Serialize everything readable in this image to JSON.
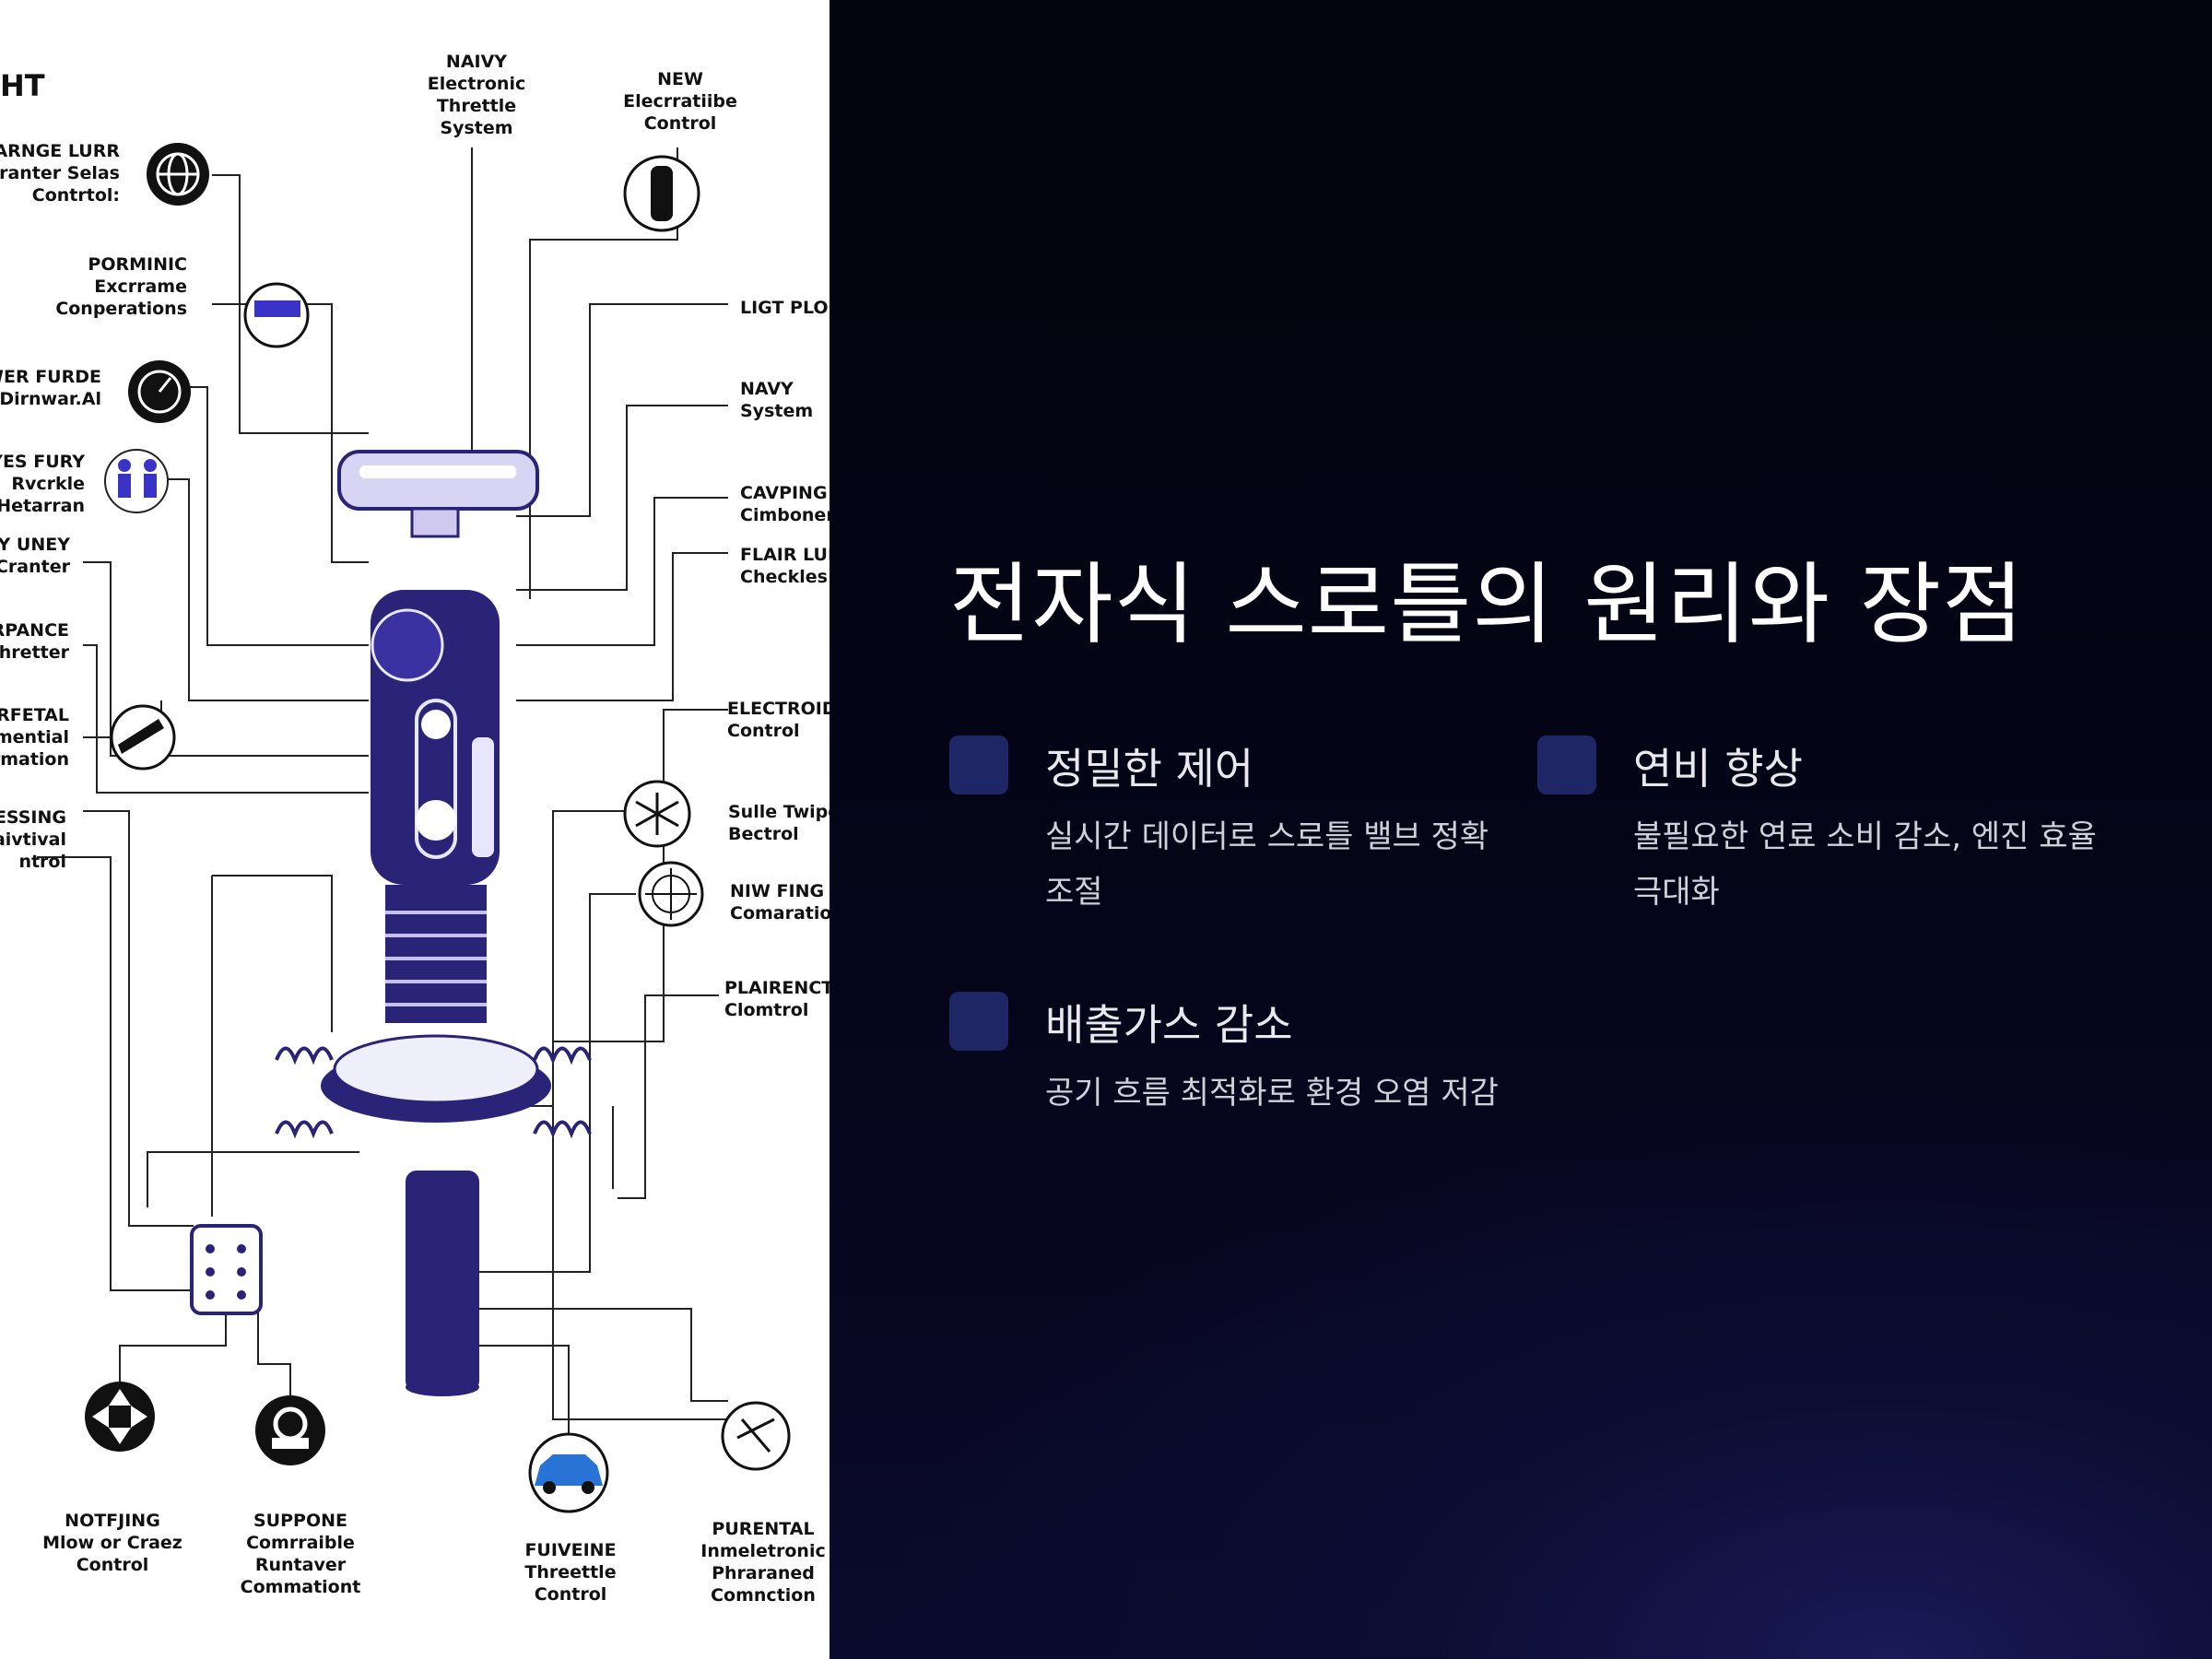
{
  "diagram": {
    "corner_label": "HT",
    "labels": [
      {
        "id": "top1",
        "lines": [
          "NAIVY",
          "Electronic",
          "Threttle",
          "System"
        ]
      },
      {
        "id": "top2",
        "lines": [
          "NEW",
          "Elecrratiibe",
          "Control"
        ]
      },
      {
        "id": "l1",
        "lines": [
          "LARNGE LURR",
          "teranter Selas",
          "Contrtol:"
        ]
      },
      {
        "id": "l2",
        "lines": [
          "PORMINIC",
          "Excrrame",
          "Conperations"
        ]
      },
      {
        "id": "l3",
        "lines": [
          "WER FURDE",
          "Dirnwar.Al"
        ]
      },
      {
        "id": "l4",
        "lines": [
          "EYES FURY",
          "Rvcrkle",
          "Hetarran"
        ]
      },
      {
        "id": "l5",
        "lines": [
          "RY UNEY",
          "Cranter"
        ]
      },
      {
        "id": "l6",
        "lines": [
          "RPANCE",
          "hretter"
        ]
      },
      {
        "id": "l7",
        "lines": [
          "ARFETAL",
          "mential",
          "rmation"
        ]
      },
      {
        "id": "l8",
        "lines": [
          "ESSING",
          "aivtival",
          "ntrol"
        ]
      },
      {
        "id": "r1",
        "lines": [
          "LIGT PLON"
        ]
      },
      {
        "id": "r2",
        "lines": [
          "NAVY",
          "System"
        ]
      },
      {
        "id": "r3",
        "lines": [
          "CAVPING",
          "Cimboner"
        ]
      },
      {
        "id": "r4",
        "lines": [
          "FLAIR LUI",
          "Checkles"
        ]
      },
      {
        "id": "r5",
        "lines": [
          "ELECTROID",
          "Control"
        ]
      },
      {
        "id": "r6",
        "lines": [
          "Sulle Twipe",
          "Bectrol"
        ]
      },
      {
        "id": "r7",
        "lines": [
          "NIW FING",
          "Comaratio"
        ]
      },
      {
        "id": "r8",
        "lines": [
          "PLAIRENCT",
          "Clomtrol"
        ]
      },
      {
        "id": "b1",
        "lines": [
          "NOTFJING",
          "Mlow or Craez",
          "Control"
        ]
      },
      {
        "id": "b2",
        "lines": [
          "SUPPONE",
          "Comrraible",
          "Runtaver",
          "Commationt"
        ]
      },
      {
        "id": "b3",
        "lines": [
          "FUIVEINE",
          "Threettle",
          "Control"
        ]
      },
      {
        "id": "b4",
        "lines": [
          "PURENTAL",
          "Inmeletronic",
          "Phraraned",
          "Comnction"
        ]
      }
    ]
  },
  "slide": {
    "title": "전자식 스로틀의 원리와 장점",
    "features": [
      {
        "heading": "정밀한 제어",
        "desc": "실시간 데이터로 스로틀 밸브 정확 조절"
      },
      {
        "heading": "연비 향상",
        "desc": "불필요한 연료 소비 감소, 엔진 효율 극대화"
      },
      {
        "heading": "배출가스 감소",
        "desc": "공기 흐름 최적화로 환경 오염 저감"
      }
    ]
  },
  "colors": {
    "accent_box": "#1e2666",
    "device": "#2a2478",
    "background_dark": "#05051a"
  }
}
